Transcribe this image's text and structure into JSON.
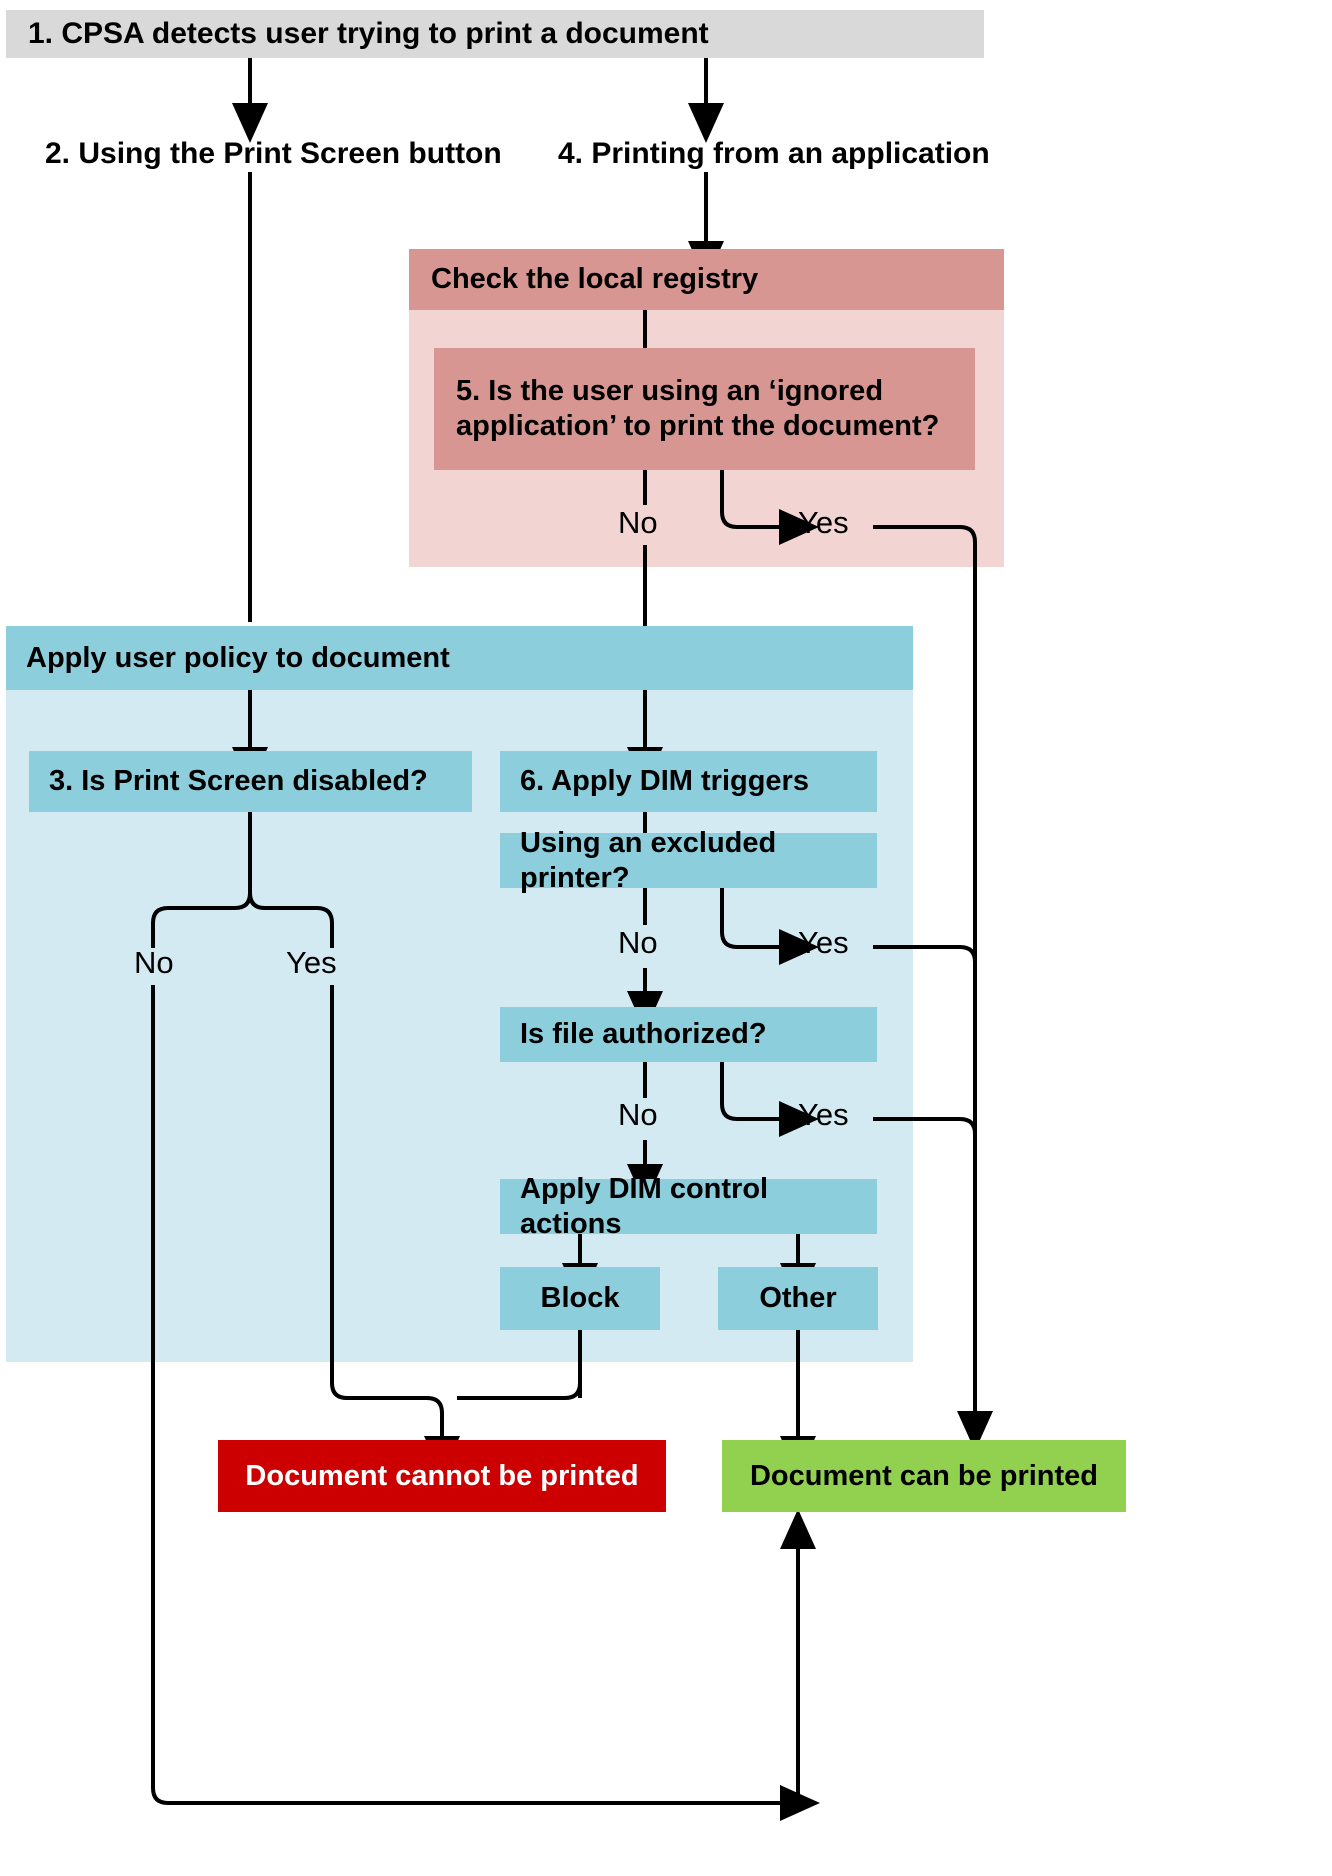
{
  "diagram": {
    "title_node": "1. CPSA detects user trying to print a document",
    "branch_labels": {
      "print_screen": "2. Using the Print Screen button",
      "application": "4. Printing from an application"
    },
    "registry_lane": {
      "header": "Check the local registry",
      "decision": "5. Is the user using an ‘ignored application’ to print the document?",
      "no": "No",
      "yes": "Yes"
    },
    "policy_lane": {
      "header": "Apply user policy to document",
      "print_screen_decision": "3. Is Print Screen disabled?",
      "print_screen_no": "No",
      "print_screen_yes": "Yes",
      "dim_triggers": "6. Apply DIM triggers",
      "excluded_printer": "Using an excluded printer?",
      "excluded_printer_no": "No",
      "excluded_printer_yes": "Yes",
      "file_authorized": "Is file authorized?",
      "file_authorized_no": "No",
      "file_authorized_yes": "Yes",
      "dim_control_actions": "Apply DIM control actions",
      "block": "Block",
      "other": "Other"
    },
    "outcomes": {
      "cannot_print": "Document cannot be printed",
      "can_print": "Document can be printed"
    },
    "colors": {
      "start_box": "#d9d9d9",
      "pink_lane": "#f2d5d2",
      "pink_box": "#d79691",
      "blue_lane": "#d3eaf2",
      "blue_box": "#8dcedd",
      "blocked": "#cc0000",
      "allowed": "#92d050",
      "edge": "#000000"
    }
  }
}
